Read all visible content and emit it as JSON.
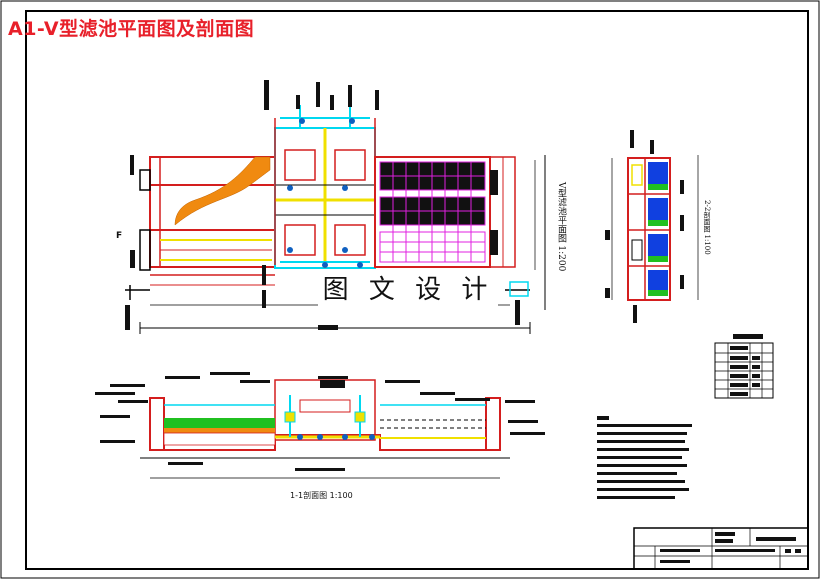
{
  "drawing": {
    "title": "A1-V型滤池平面图及剖面图",
    "watermark": "图 文 设 计",
    "plan_label": "V型滤池平面图 1:200",
    "section22_label": "2-2剖面图 1:100",
    "section11_label": "1-1剖面图 1:100",
    "plan_marker": "F"
  },
  "colors": {
    "frame": "#000000",
    "title": "#e8202a",
    "wall": "#d41e1e",
    "pipe_cyan": "#00d8f0",
    "pipe_yellow": "#f0e000",
    "filter_magenta": "#e020e0",
    "sand_orange": "#f08a10",
    "media_green": "#20c020",
    "media_blue": "#1040e0",
    "valve_blue": "#1060c0"
  }
}
